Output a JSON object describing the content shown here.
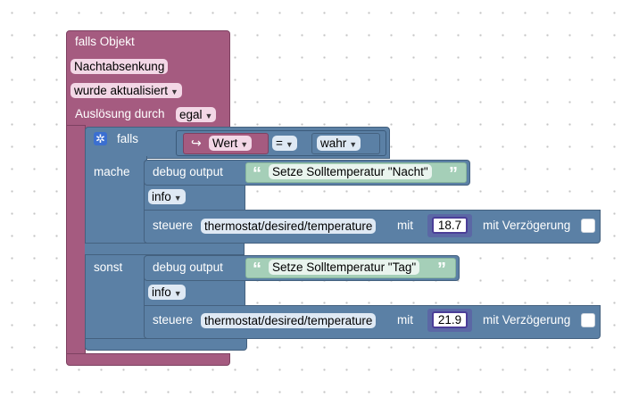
{
  "trigger": {
    "title": "falls Objekt",
    "object_id": "Nachtabsenkung",
    "event": "wurde aktualisiert",
    "cause_label": "Auslösung durch",
    "cause_value": "egal"
  },
  "if_block": {
    "label": "falls",
    "compare_left": "Wert",
    "operator": "=",
    "compare_right": "wahr",
    "then_label": "mache",
    "else_label": "sonst"
  },
  "then_branch": {
    "debug_label": "debug output",
    "debug_text": "Setze Solltemperatur \"Nacht\"",
    "debug_level": "info",
    "control_label": "steuere",
    "object_id": "thermostat/desired/temperature",
    "with_label": "mit",
    "value": "18.7",
    "delay_label": "mit Verzögerung"
  },
  "else_branch": {
    "debug_label": "debug output",
    "debug_text": "Setze Solltemperatur \"Tag\"",
    "debug_level": "info",
    "control_label": "steuere",
    "object_id": "thermostat/desired/temperature",
    "with_label": "mit",
    "value": "21.9",
    "delay_label": "mit Verzögerung"
  },
  "icons": {
    "gear": "gear-icon",
    "dropdown": "dropdown-arrow-icon",
    "quote_open": "quote-open-icon",
    "quote_close": "quote-close-icon",
    "variable": "variable-arrow-icon"
  },
  "colors": {
    "trigger_block": "#a55b80",
    "logic_block": "#5b80a5",
    "text_block": "#a5cfb8",
    "number_border": "#4b3e98",
    "workspace_grid": "#c4c4c4"
  }
}
